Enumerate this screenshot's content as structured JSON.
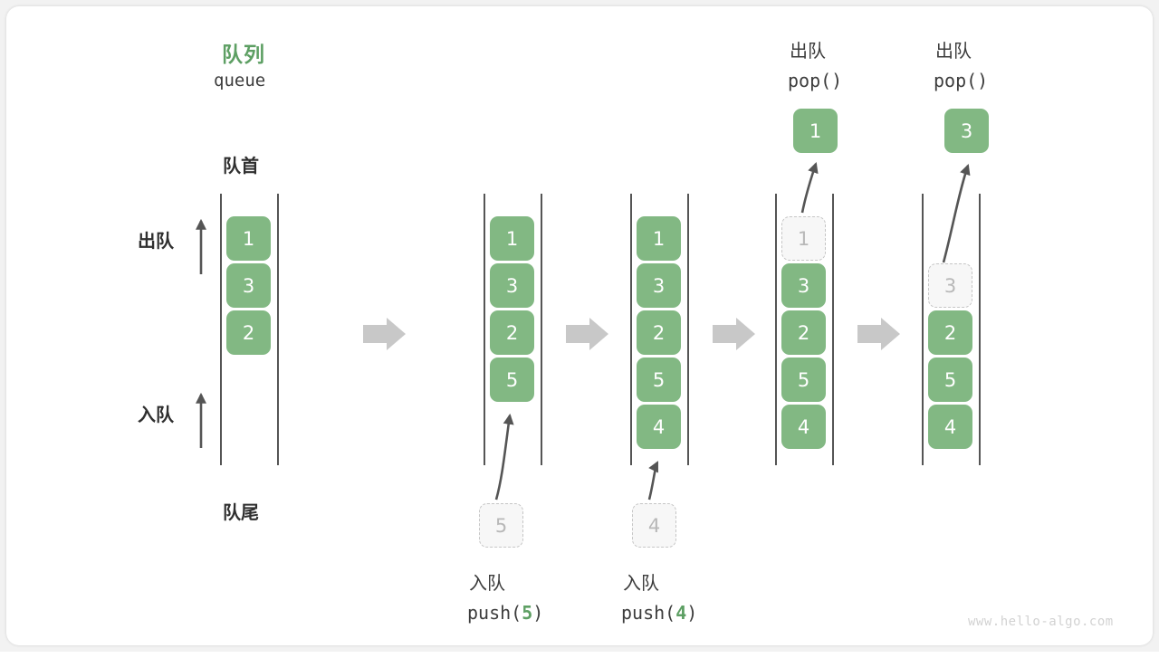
{
  "diagram": {
    "title_cn": "队列",
    "title_en": "queue",
    "front_label": "队首",
    "rear_label": "队尾",
    "dequeue_label": "出队",
    "enqueue_label": "入队",
    "watermark": "www.hello-algo.com",
    "accent_color": "#5d9f63",
    "cell_color": "#82b883",
    "ghost_color": "#f7f7f7",
    "arrow_color": "#c8c8c8"
  },
  "headers": [
    {
      "cn": "出队",
      "code_pre": "pop(",
      "code_arg": "",
      "code_post": ")"
    },
    {
      "cn": "出队",
      "code_pre": "pop(",
      "code_arg": "",
      "code_post": ")"
    }
  ],
  "footers": [
    {
      "cn": "入队",
      "code_pre": "push(",
      "code_arg": "5",
      "code_post": ")"
    },
    {
      "cn": "入队",
      "code_pre": "push(",
      "code_arg": "4",
      "code_post": ")"
    }
  ],
  "columns": [
    {
      "id": "col-1",
      "cells": [
        "1",
        "3",
        "2"
      ],
      "ghosts": []
    },
    {
      "id": "col-2",
      "cells": [
        "1",
        "3",
        "2",
        "5"
      ],
      "ghosts": []
    },
    {
      "id": "col-3",
      "cells": [
        "1",
        "3",
        "2",
        "5",
        "4"
      ],
      "ghosts": []
    },
    {
      "id": "col-4",
      "cells": [
        "3",
        "2",
        "5",
        "4"
      ],
      "ghosts": [
        "1"
      ]
    },
    {
      "id": "col-5",
      "cells": [
        "2",
        "5",
        "4"
      ],
      "ghosts": [
        "3"
      ]
    }
  ],
  "incoming": [
    {
      "id": "incoming-5",
      "value": "5"
    },
    {
      "id": "incoming-4",
      "value": "4"
    }
  ],
  "popped": [
    {
      "id": "popped-1",
      "value": "1"
    },
    {
      "id": "popped-3",
      "value": "3"
    }
  ],
  "transition_arrows": 4
}
